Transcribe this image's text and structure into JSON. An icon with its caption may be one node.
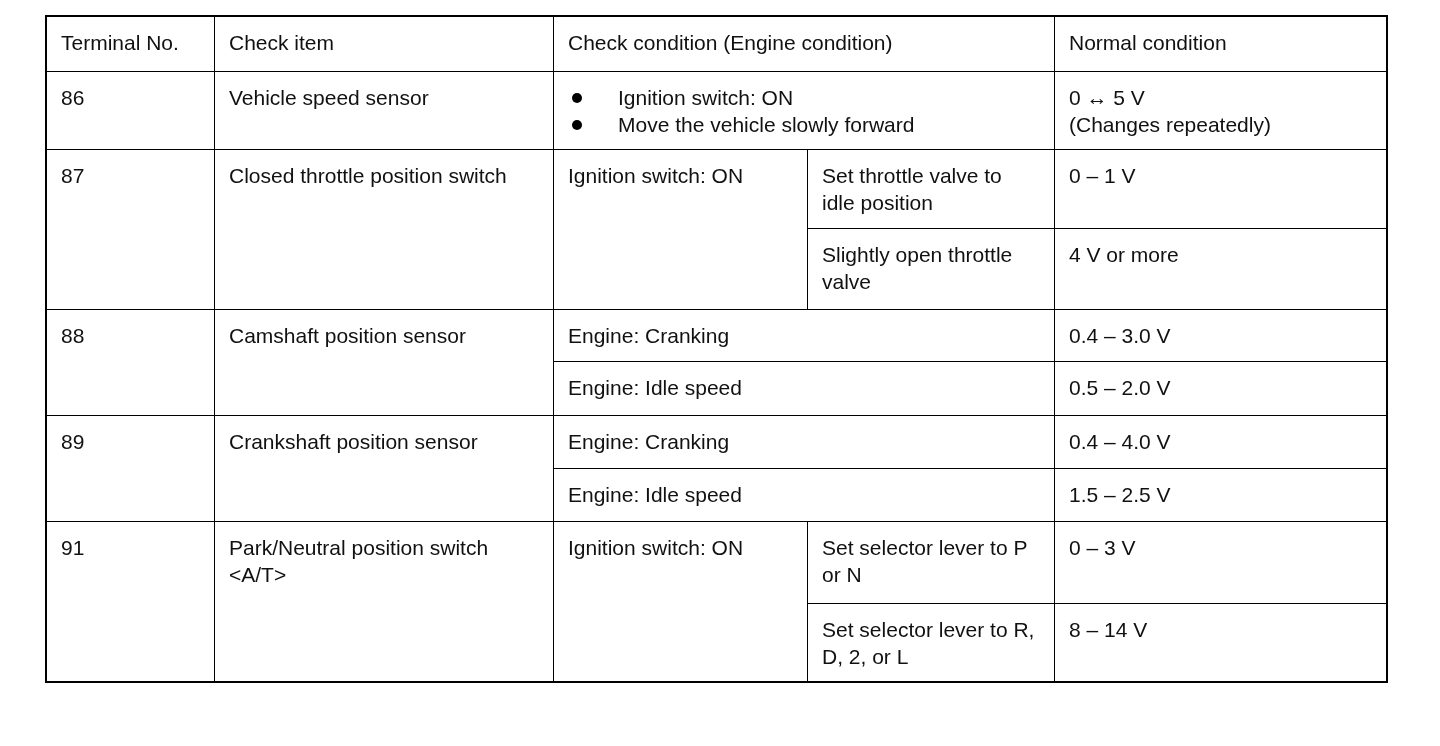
{
  "diagram": {
    "labels": [
      "Terminal No.",
      "Check item",
      "Check condition (Engine condition)",
      "Normal condition",
      "86",
      "Vehicle speed sensor",
      "Ignition switch: ON",
      "Move the vehicle slowly forward",
      "0 ↔ 5 V",
      "(Changes repeatedly)",
      "87",
      "Closed throttle position switch",
      "Ignition switch: ON",
      "Set throttle valve to idle position",
      "0 – 1 V",
      "Slightly open throttle valve",
      "4 V or more",
      "88",
      "Camshaft position sensor",
      "Engine: Cranking",
      "0.4 – 3.0 V",
      "Engine: Idle speed",
      "0.5 – 2.0 V",
      "89",
      "Crankshaft position sensor",
      "Engine: Cranking",
      "0.4 – 4.0 V",
      "Engine: Idle speed",
      "1.5 – 2.5 V",
      "91",
      "Park/Neutral position switch <A/T>",
      "Ignition switch: ON",
      "Set selector lever to P or N",
      "0 – 3 V",
      "Set selector lever to R, D, 2, or L",
      "8 – 14 V"
    ]
  }
}
